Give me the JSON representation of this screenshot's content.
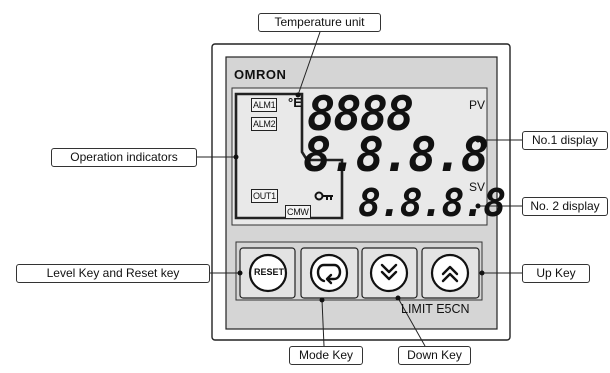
{
  "device": {
    "brand": "OMRON",
    "model": "LIMIT E5CN",
    "unit_symbol": "°E",
    "pv_label": "PV",
    "sv_label": "SV",
    "key_icon": "key-lock-icon",
    "digits_pv_top": "8888",
    "digits_pv_bottom": "8.8.8.8",
    "digits_sv": "8.8.8.8"
  },
  "indicators": {
    "alm1": "ALM1",
    "alm2": "ALM2",
    "out1": "OUT1",
    "cmw": "CMW"
  },
  "keys": {
    "reset": "RESET",
    "mode_icon": "cycle-arrow-icon",
    "down_icon": "double-chevron-down-icon",
    "up_icon": "double-chevron-up-icon"
  },
  "callouts": {
    "temperature_unit": "Temperature unit",
    "operation_indicators": "Operation indicators",
    "no1_display": "No.1 display",
    "no2_display": "No. 2 display",
    "level_reset_key": "Level Key and Reset key",
    "up_key": "Up Key",
    "mode_key": "Mode Key",
    "down_key": "Down Key"
  }
}
